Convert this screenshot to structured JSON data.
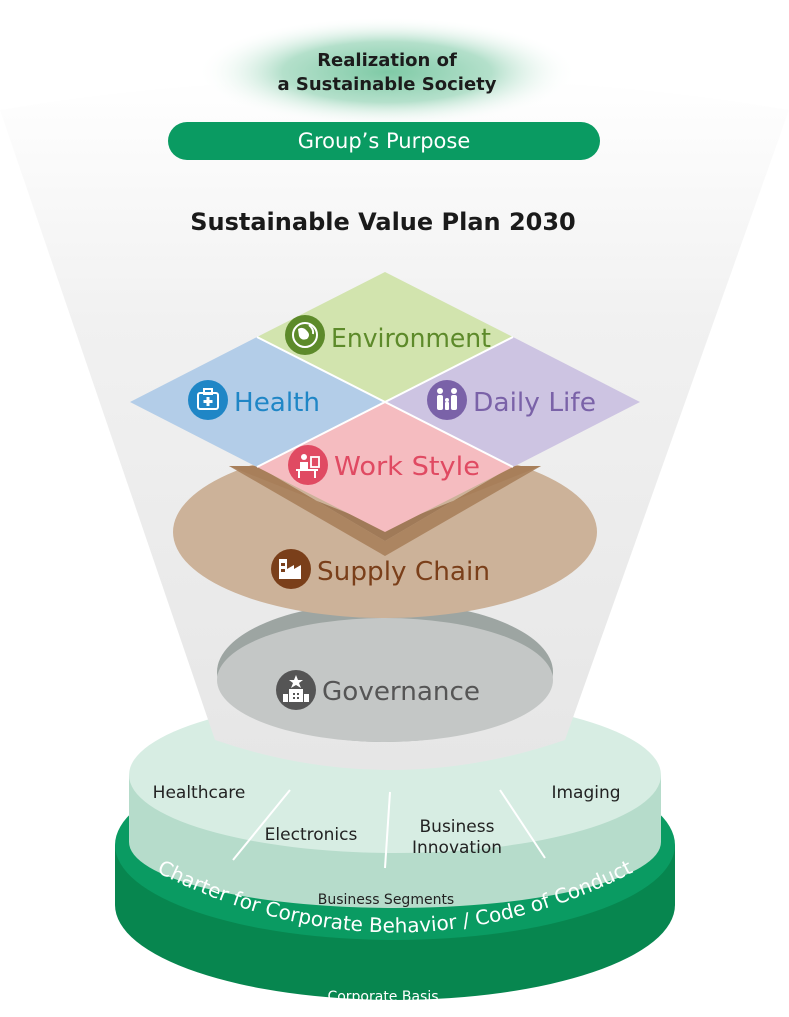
{
  "top": {
    "goal_line1": "Realization of",
    "goal_line2": "a Sustainable Society",
    "purpose_label": "Group’s Purpose"
  },
  "plan_title": "Sustainable Value Plan 2030",
  "priorities": [
    {
      "label": "Environment",
      "icon": "globe-icon",
      "color": "#5d8a2a"
    },
    {
      "label": "Health",
      "icon": "medical-kit-icon",
      "color": "#1f86c6"
    },
    {
      "label": "Daily Life",
      "icon": "family-icon",
      "color": "#7a62a8"
    },
    {
      "label": "Work Style",
      "icon": "desk-worker-icon",
      "color": "#e04a62"
    }
  ],
  "foundations": {
    "supply_chain": {
      "label": "Supply Chain",
      "icon": "factory-icon",
      "color": "#7a3f1a"
    },
    "governance": {
      "label": "Governance",
      "icon": "building-star-icon",
      "color": "#555555"
    }
  },
  "segments": {
    "items": [
      {
        "label": "Healthcare"
      },
      {
        "label": "Electronics"
      },
      {
        "label_line1": "Business",
        "label_line2": "Innovation"
      },
      {
        "label": "Imaging"
      }
    ],
    "caption": "Business Segments"
  },
  "charter": {
    "text": "Charter for Corporate Behavior / Code of Conduct",
    "caption": "Corporate Basis"
  },
  "colors": {
    "brand_green": "#0a9b62",
    "funnel": "#ececec",
    "supply_chain_fill": "#ccb299",
    "governance_fill": "#c4c7c6",
    "environment_fill": "#d2e4ae",
    "health_fill": "#b3cde8",
    "daily_life_fill": "#cdc4e2",
    "work_style_fill": "#f5bcc0",
    "segments_fill": "#d7ede3"
  }
}
